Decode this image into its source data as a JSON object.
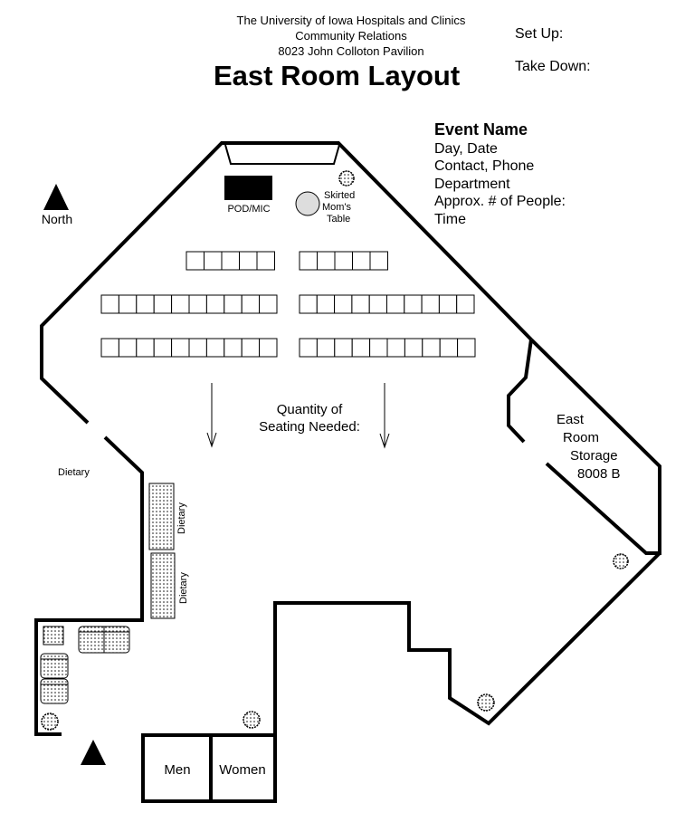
{
  "header": {
    "org_line1": "The University of Iowa Hospitals and Clinics",
    "org_line2": "Community Relations",
    "org_line3": "8023 John Colloton Pavilion",
    "title": "East Room Layout",
    "setup_label": "Set Up:",
    "takedown_label": "Take Down:"
  },
  "event": {
    "name": "Event Name",
    "day_date": "Day, Date",
    "contact": "Contact, Phone",
    "department": "Department",
    "people": "Approx. # of People:",
    "time": "Time"
  },
  "labels": {
    "north": "North",
    "podium": "POD/MIC",
    "moms_table_1": "Skirted",
    "moms_table_2": "Mom's",
    "moms_table_3": "Table",
    "seating_1": "Quantity of",
    "seating_2": "Seating Needed:",
    "storage_1": "East",
    "storage_2": "Room",
    "storage_3": "Storage",
    "storage_4": "8008 B",
    "dietary_left": "Dietary",
    "dietary_table_1": "Dietary",
    "dietary_table_2": "Dietary",
    "men": "Men",
    "women": "Women"
  },
  "seating_rows": [
    {
      "row": "row-1-left",
      "seats": 5
    },
    {
      "row": "row-1-right",
      "seats": 5
    },
    {
      "row": "row-2-left",
      "seats": 10
    },
    {
      "row": "row-2-right",
      "seats": 10
    },
    {
      "row": "row-3-left",
      "seats": 10
    },
    {
      "row": "row-3-right",
      "seats": 10
    }
  ]
}
